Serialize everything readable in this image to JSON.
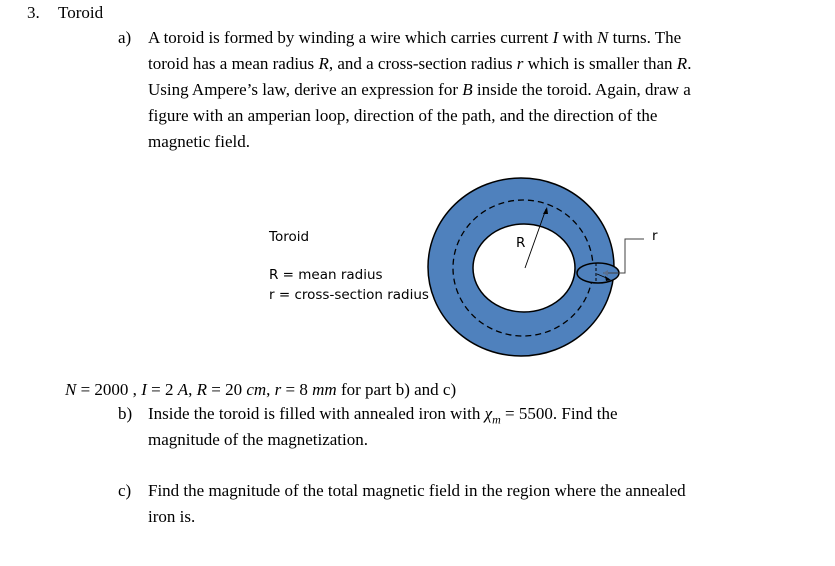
{
  "problem": {
    "number": "3.",
    "title": "Toroid"
  },
  "part_a": {
    "label": "a)",
    "lines": [
      [
        "A toroid is formed by winding a wire which carries current ",
        {
          "i": "I"
        },
        " with ",
        {
          "i": "N"
        },
        " turns.  The"
      ],
      [
        "toroid has a mean radius ",
        {
          "i": "R"
        },
        ", and a cross-section radius ",
        {
          "i": "r"
        },
        " which is smaller than ",
        {
          "i": "R"
        },
        "."
      ],
      [
        "Using Ampere’s law, derive an expression for ",
        {
          "i": "B"
        },
        " inside the toroid.  Again, draw a"
      ],
      [
        "figure with an amperian loop, direction of the path, and the direction of the"
      ],
      [
        "magnetic field."
      ]
    ]
  },
  "figure": {
    "legend_title": "Toroid",
    "legend_R": "R = mean radius",
    "legend_r": "r = cross-section radius",
    "label_R": "R",
    "label_r": "r",
    "colors": {
      "fill": "#4f81bd",
      "stroke": "#000000"
    }
  },
  "given": {
    "text": [
      "N",
      " = 2000 , ",
      "I",
      " = 2 ",
      "A",
      ",  ",
      "R",
      " = 20 ",
      "cm",
      ", ",
      "r",
      " = 8 ",
      "mm",
      " for part b) and c)"
    ]
  },
  "part_b": {
    "label": "b)",
    "line1_pre": "Inside the toroid is filled with annealed iron with ",
    "chi": "χ",
    "chi_sub": "m",
    "line1_post": " = 5500.  Find the",
    "line2": "magnitude of the magnetization."
  },
  "part_c": {
    "label": "c)",
    "line1": "Find the magnitude of the total magnetic field in the region where the annealed",
    "line2": "iron is."
  }
}
